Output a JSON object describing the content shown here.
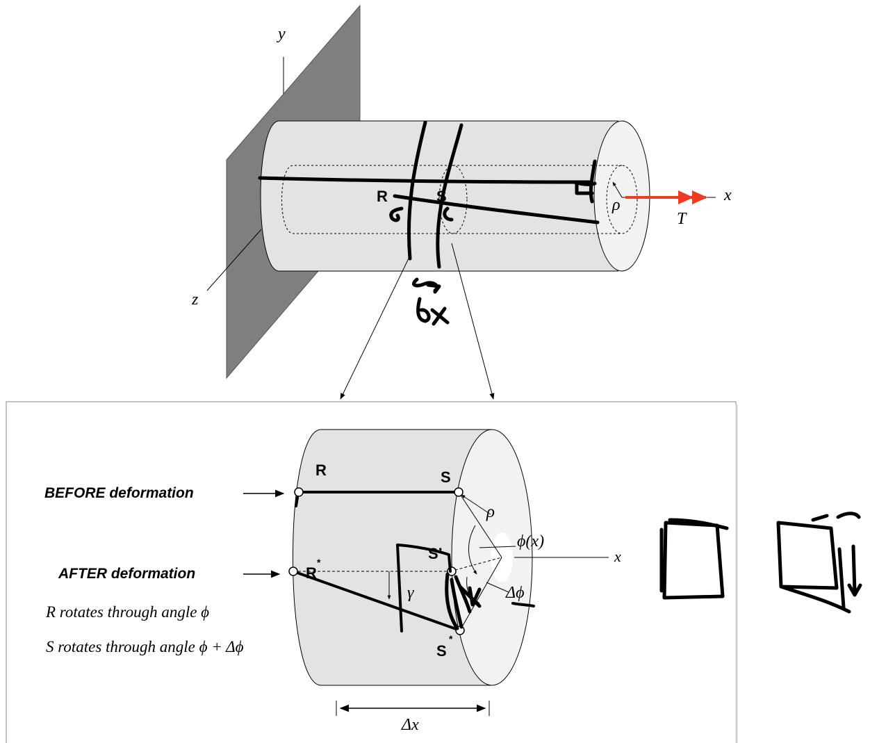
{
  "top_figure": {
    "axis_y": "y",
    "axis_x": "x",
    "axis_z": "z",
    "label_R": "R",
    "label_S": "S",
    "label_rho": "ρ",
    "label_T": "T",
    "handwritten_note": "δx",
    "torque_arrow_color": "#ef3b1f"
  },
  "detail_figure": {
    "before_label": "BEFORE deformation",
    "after_label": "AFTER deformation",
    "R_rotation_text": "R rotates through angle ϕ",
    "S_rotation_text": "S rotates through angle ϕ + Δϕ",
    "label_R": "R",
    "label_S": "S",
    "label_R_star": "R",
    "label_S_prime": "S’",
    "label_S_star": "S",
    "star": "*",
    "label_rho": "ρ",
    "label_phi_x": "ϕ(x)",
    "label_x": "x",
    "label_delta_phi": "Δϕ",
    "label_gamma": "γ",
    "label_delta_x": "Δx"
  }
}
